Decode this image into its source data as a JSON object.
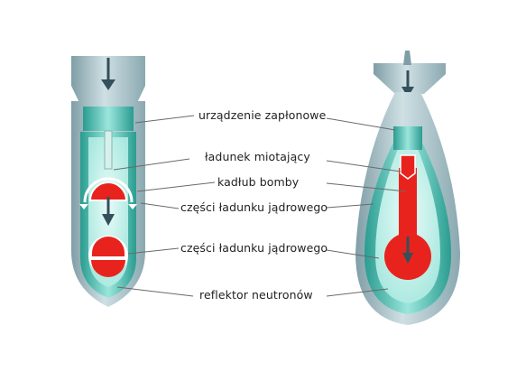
{
  "labels": [
    {
      "id": "fuze",
      "text": "urządzenie zapłonowe"
    },
    {
      "id": "propellant",
      "text": "ładunek miotający"
    },
    {
      "id": "casing",
      "text": "kadłub bomby"
    },
    {
      "id": "nuclear-parts-1",
      "text": "części ładunku jądrowego"
    },
    {
      "id": "nuclear-parts-2",
      "text": "części ładunku jądrowego"
    },
    {
      "id": "reflector",
      "text": "reflektor neutronów"
    }
  ],
  "colors": {
    "casing_grey": "#a9c2c9",
    "casing_dark": "#7f9ea6",
    "teal": "#2fa69a",
    "teal_light": "#8ee0d6",
    "red": "#e8231d",
    "arrow": "#34505a",
    "leader": "#6a6a6a"
  }
}
